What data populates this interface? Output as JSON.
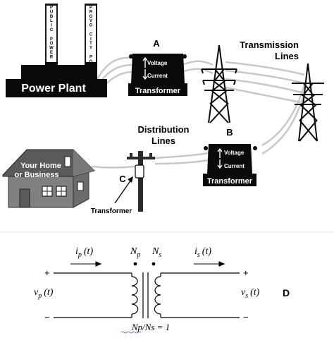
{
  "power_plant": {
    "label": "Power Plant",
    "stack_left": "PUBLIC POWER",
    "stack_right": "PROVO CITY POWER"
  },
  "transformer_a": {
    "marker": "A",
    "label": "Transformer",
    "voltage": "Voltage",
    "current": "Current"
  },
  "transmission": {
    "line1": "Transmission",
    "line2": "Lines"
  },
  "transformer_b": {
    "marker": "B",
    "label": "Transformer",
    "voltage": "Voltage",
    "current": "Current"
  },
  "distribution": {
    "line1": "Distribution",
    "line2": "Lines"
  },
  "home": {
    "line1": "Your Home",
    "line2": "or Business"
  },
  "pole_transformer": {
    "marker": "C",
    "label": "Transformer"
  },
  "circuit": {
    "marker": "D",
    "ip": "i",
    "ip_sub": "p",
    "ip_arg": "(t)",
    "is": "i",
    "is_sub": "s",
    "is_arg": "(t)",
    "np": "N",
    "np_sub": "p",
    "ns": "N",
    "ns_sub": "s",
    "vp": "v",
    "vp_sub": "p",
    "vp_arg": "(t)",
    "vs": "v",
    "vs_sub": "s",
    "vs_arg": "(t)",
    "plus": "+",
    "minus": "−",
    "ratio": "Np/Ns = 1"
  },
  "colors": {
    "ink": "#000000",
    "line": "#c8c8c8",
    "sky": "#ffffff"
  }
}
